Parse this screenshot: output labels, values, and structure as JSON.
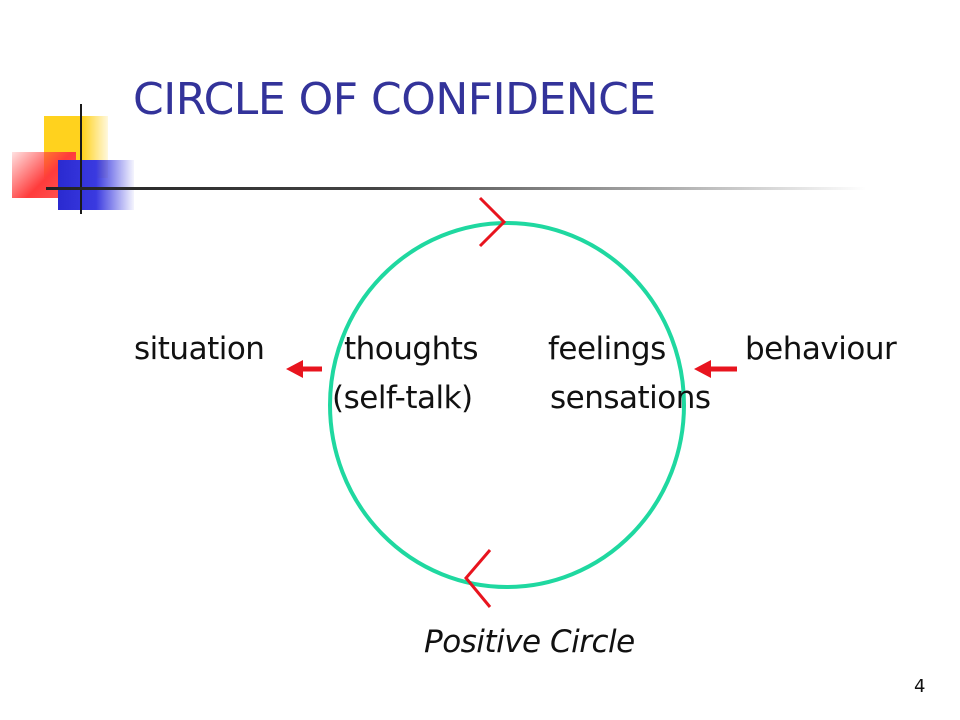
{
  "slide": {
    "title": "CIRCLE OF CONFIDENCE",
    "page_number": "4"
  },
  "diagram": {
    "nodes": {
      "situation": "situation",
      "thoughts": "thoughts",
      "self_talk": "(self-talk)",
      "feelings": "feelings",
      "sensations": "sensations",
      "behaviour": "behaviour"
    },
    "caption": "Positive Circle"
  },
  "colors": {
    "title": "#33339a",
    "circle": "#1fd8a0",
    "arrows": "#e8141e",
    "accent_yellow": "#ffd21e",
    "accent_red": "#ff3b3b",
    "accent_blue": "#2a2ad0"
  }
}
